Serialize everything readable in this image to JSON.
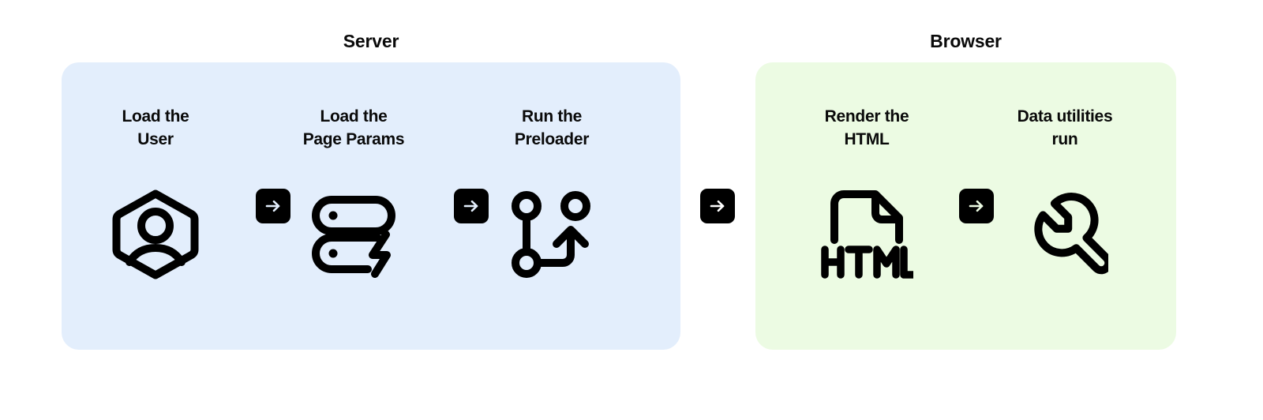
{
  "diagram": {
    "type": "flow",
    "title": "",
    "groups": [
      {
        "id": "server",
        "label": "Server",
        "background_color": "#e3eefc",
        "steps": [
          {
            "label": "Load the\nUser",
            "icon": "user-hexagon-icon"
          },
          {
            "label": "Load the\nPage Params",
            "icon": "database-lightning-icon"
          },
          {
            "label": "Run the\nPreloader",
            "icon": "git-branch-arrow-icon"
          }
        ],
        "connectors": [
          {
            "icon": "arrow-right-icon"
          },
          {
            "icon": "arrow-right-icon"
          }
        ]
      },
      {
        "id": "browser",
        "label": "Browser",
        "background_color": "#ecfbe3",
        "steps": [
          {
            "label": "Render the\nHTML",
            "icon": "html-file-icon"
          },
          {
            "label": "Data utilities\nrun",
            "icon": "wrench-icon"
          }
        ],
        "connectors": [
          {
            "icon": "arrow-right-icon"
          }
        ]
      }
    ],
    "between_groups_connector": {
      "icon": "arrow-right-icon"
    },
    "colors": {
      "server_panel": "#e3eefc",
      "browser_panel": "#ecfbe3",
      "badge_background": "#000000",
      "badge_arrow_between": "#ffffff",
      "text": "#0a0a0a",
      "page_background": "#ffffff"
    }
  }
}
